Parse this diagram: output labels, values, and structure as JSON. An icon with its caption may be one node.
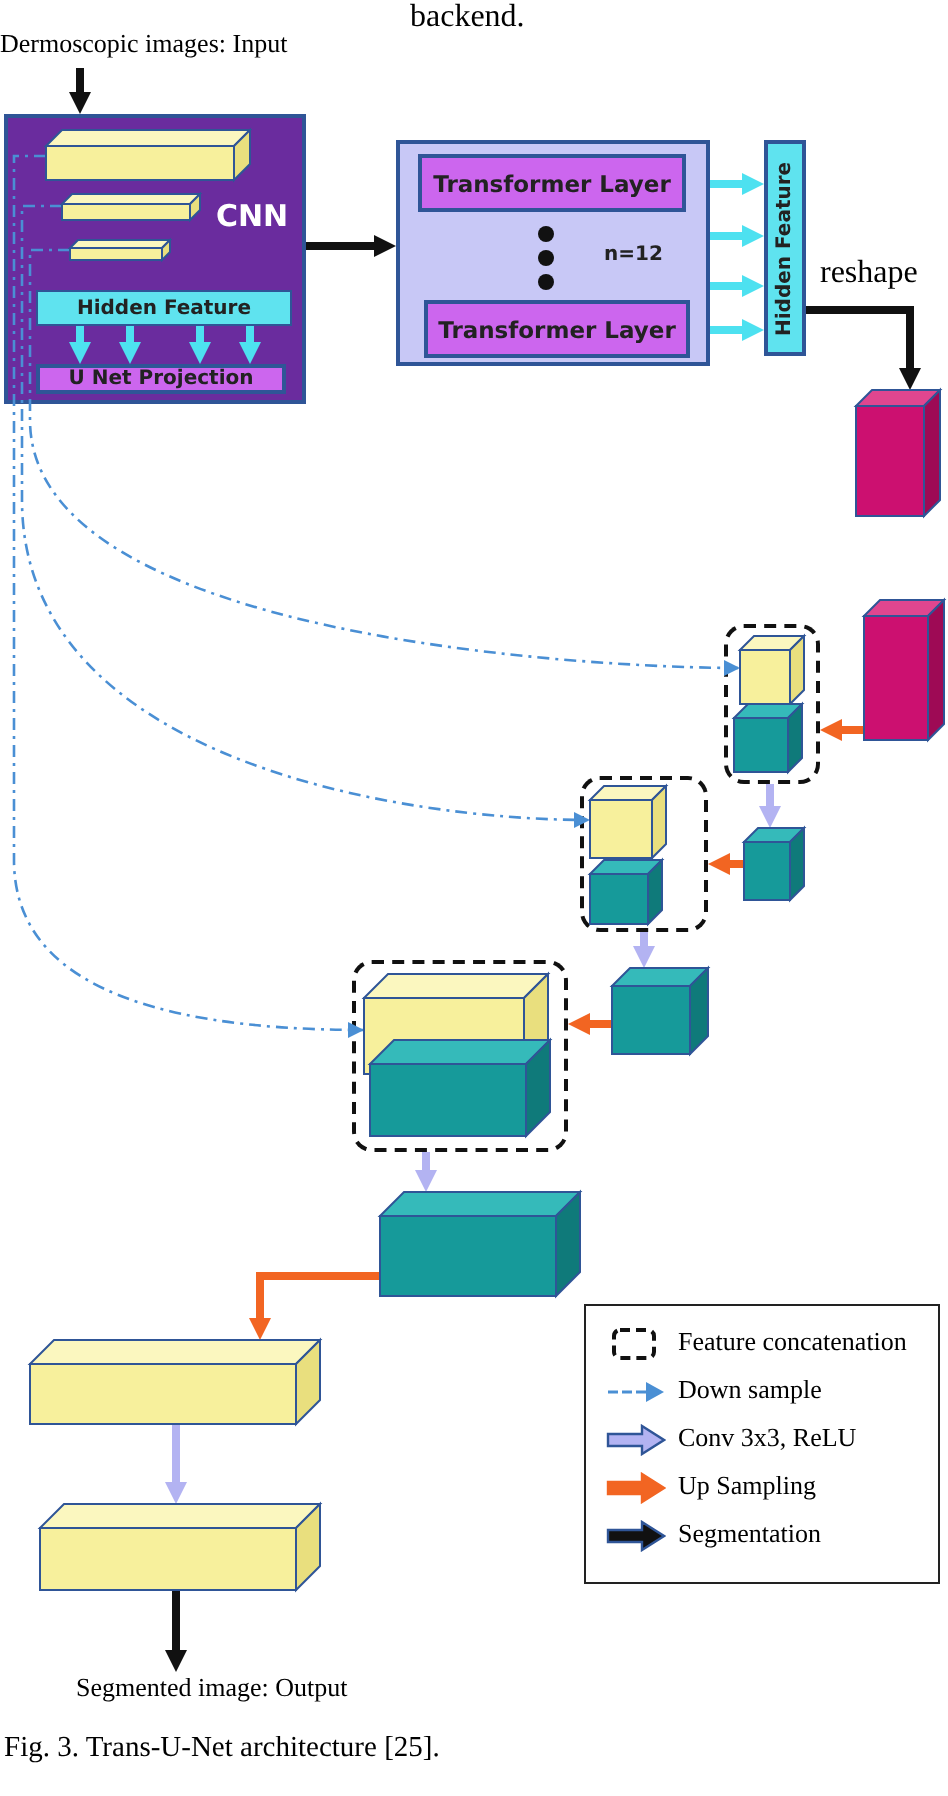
{
  "diagram": {
    "caption": "Fig. 3. Trans-U-Net architecture [25].",
    "nodes": [
      {
        "text": [
          "CNN"
        ]
      },
      {
        "text": [
          "Hidden Feature"
        ],
        "in": 0
      },
      {
        "text": [
          "U Net Projection"
        ],
        "in": 0
      },
      {
        "text": [],
        "shape": "box",
        "in": 0
      },
      {
        "text": [],
        "shape": "box",
        "in": 0
      },
      {
        "text": [],
        "shape": "box",
        "in": 0
      },
      {
        "text": [
          "n=12"
        ]
      },
      {
        "text": [
          "Transformer Layer"
        ],
        "in": 6
      },
      {
        "text": [
          "Transformer Layer"
        ],
        "in": 6
      },
      {
        "text": [
          "Hidden Feature"
        ]
      },
      {
        "text": [
          "Dermoscopic images: Input"
        ]
      },
      {
        "text": [],
        "shape": "box"
      },
      {
        "text": [],
        "shape": "box"
      },
      {
        "text": [],
        "shape": "box"
      },
      {
        "text": [],
        "shape": "box",
        "in": 13
      },
      {
        "text": [],
        "shape": "box",
        "in": 13
      },
      {
        "text": [],
        "shape": "box"
      },
      {
        "text": [],
        "shape": "box"
      },
      {
        "text": [],
        "shape": "box",
        "in": 17
      },
      {
        "text": [],
        "shape": "box",
        "in": 17
      },
      {
        "text": [],
        "shape": "box"
      },
      {
        "text": [],
        "shape": "box"
      },
      {
        "text": [],
        "shape": "box",
        "in": 21
      },
      {
        "text": [],
        "shape": "box",
        "in": 21
      },
      {
        "text": [],
        "shape": "box"
      },
      {
        "text": [],
        "shape": "box"
      },
      {
        "text": [],
        "shape": "box"
      },
      {
        "text": [
          "Segmented image: Output"
        ]
      }
    ],
    "edges": [
      {
        "from": 10,
        "to": 0,
        "arrow": "to",
        "color": "#111111"
      },
      {
        "from": 0,
        "to": 6,
        "arrow": "to",
        "color": "#111111"
      },
      {
        "from": 6,
        "to": 9,
        "arrow": "to"
      },
      {
        "from": 6,
        "to": 9,
        "arrow": "to"
      },
      {
        "from": 6,
        "to": 9,
        "arrow": "to"
      },
      {
        "from": 6,
        "to": 9,
        "arrow": "to"
      },
      {
        "from": 1,
        "to": 2,
        "arrow": "to"
      },
      {
        "from": 1,
        "to": 2,
        "arrow": "to"
      },
      {
        "from": 1,
        "to": 2,
        "arrow": "to"
      },
      {
        "from": 1,
        "to": 2,
        "arrow": "to"
      },
      {
        "from": 9,
        "to": 11,
        "arrow": "to",
        "label": "reshape",
        "color": "#111111"
      },
      {
        "from": 12,
        "to": 13,
        "arrow": "to",
        "color": "#f26522"
      },
      {
        "from": 13,
        "to": 16,
        "arrow": "to",
        "color": "#b3b3f2"
      },
      {
        "from": 16,
        "to": 17,
        "arrow": "to",
        "color": "#f26522"
      },
      {
        "from": 17,
        "to": 20,
        "arrow": "to",
        "color": "#b3b3f2"
      },
      {
        "from": 20,
        "to": 21,
        "arrow": "to",
        "color": "#f26522"
      },
      {
        "from": 21,
        "to": 24,
        "arrow": "to",
        "color": "#b3b3f2"
      },
      {
        "from": 24,
        "to": 25,
        "arrow": "to",
        "color": "#f26522"
      },
      {
        "from": 25,
        "to": 26,
        "arrow": "to",
        "color": "#b3b3f2"
      },
      {
        "from": 26,
        "to": 27,
        "arrow": "to",
        "color": "#111111"
      },
      {
        "from": 3,
        "to": 22,
        "arrow": "to",
        "style": "dashed",
        "color": "#4a8fd4"
      },
      {
        "from": 4,
        "to": 18,
        "arrow": "to",
        "style": "dashed",
        "color": "#4a8fd4"
      },
      {
        "from": 5,
        "to": 14,
        "arrow": "to",
        "style": "dashed",
        "color": "#4a8fd4"
      }
    ],
    "labels": [
      "backend."
    ],
    "legend": [
      {
        "text": "Feature concatenation"
      },
      {
        "text": "Down sample"
      },
      {
        "text": "Conv 3x3, ReLU"
      },
      {
        "text": "Up Sampling"
      },
      {
        "text": "Segmentation"
      }
    ]
  }
}
